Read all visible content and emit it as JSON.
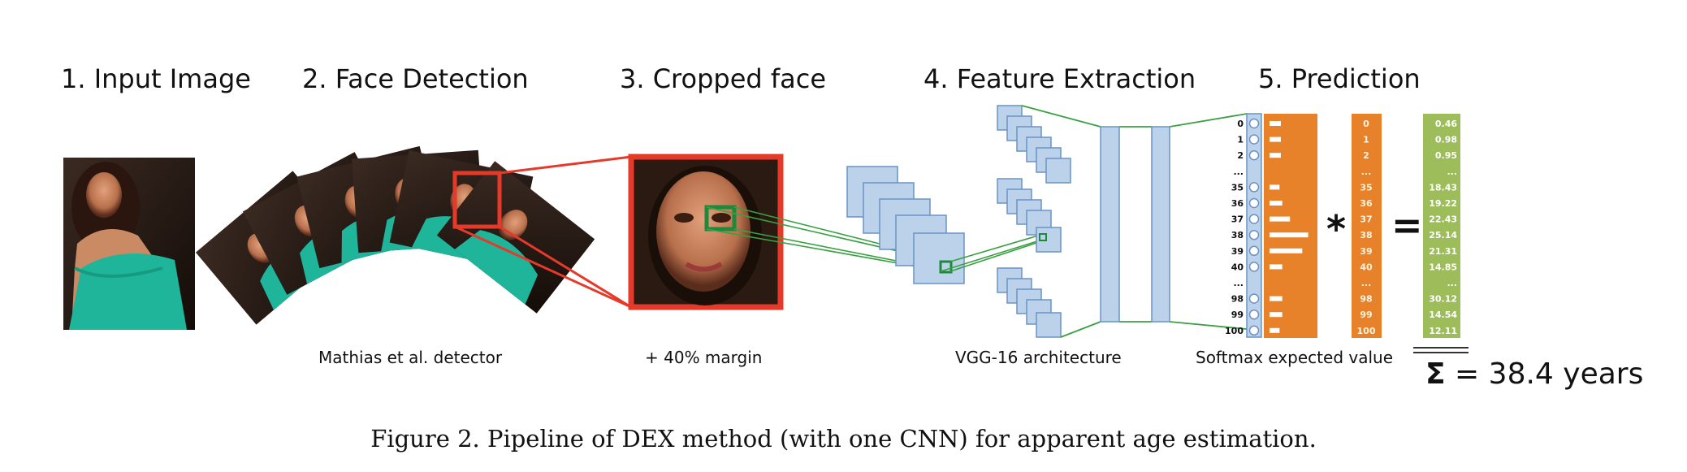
{
  "steps": [
    {
      "title": "1. Input Image",
      "sub": ""
    },
    {
      "title": "2. Face Detection",
      "sub": "Mathias et al. detector"
    },
    {
      "title": "3. Cropped face",
      "sub": "+ 40% margin"
    },
    {
      "title": "4. Feature Extraction",
      "sub": "VGG-16 architecture"
    },
    {
      "title": "5. Prediction",
      "sub": "Softmax expected value"
    }
  ],
  "ages": [
    "0",
    "1",
    "2",
    "...",
    "35",
    "36",
    "37",
    "38",
    "39",
    "40",
    "...",
    "98",
    "99",
    "100"
  ],
  "softmax_bars": [
    0.25,
    0.25,
    0.25,
    0,
    0.22,
    0.28,
    0.45,
    0.85,
    0.72,
    0.28,
    0,
    0.28,
    0.28,
    0.22
  ],
  "products": [
    "0.46",
    "0.98",
    "0.95",
    "...",
    "18.43",
    "19.22",
    "22.43",
    "25.14",
    "21.31",
    "14.85",
    "...",
    "30.12",
    "14.54",
    "12.11"
  ],
  "operators": {
    "multiply": "*",
    "equals": "="
  },
  "result": {
    "sigma": "Σ",
    "eq": "=",
    "value": "38.4 years"
  },
  "caption": "Figure 2. Pipeline of DEX method (with one CNN) for apparent age estimation.",
  "colors": {
    "orange": "#e8822a",
    "green": "#9dbd5b",
    "blue_fill": "#bcd2ea",
    "blue_stroke": "#6a93c4",
    "red": "#e53a2a",
    "dark_green": "#1d8a3b",
    "line_green": "#3aa043"
  }
}
